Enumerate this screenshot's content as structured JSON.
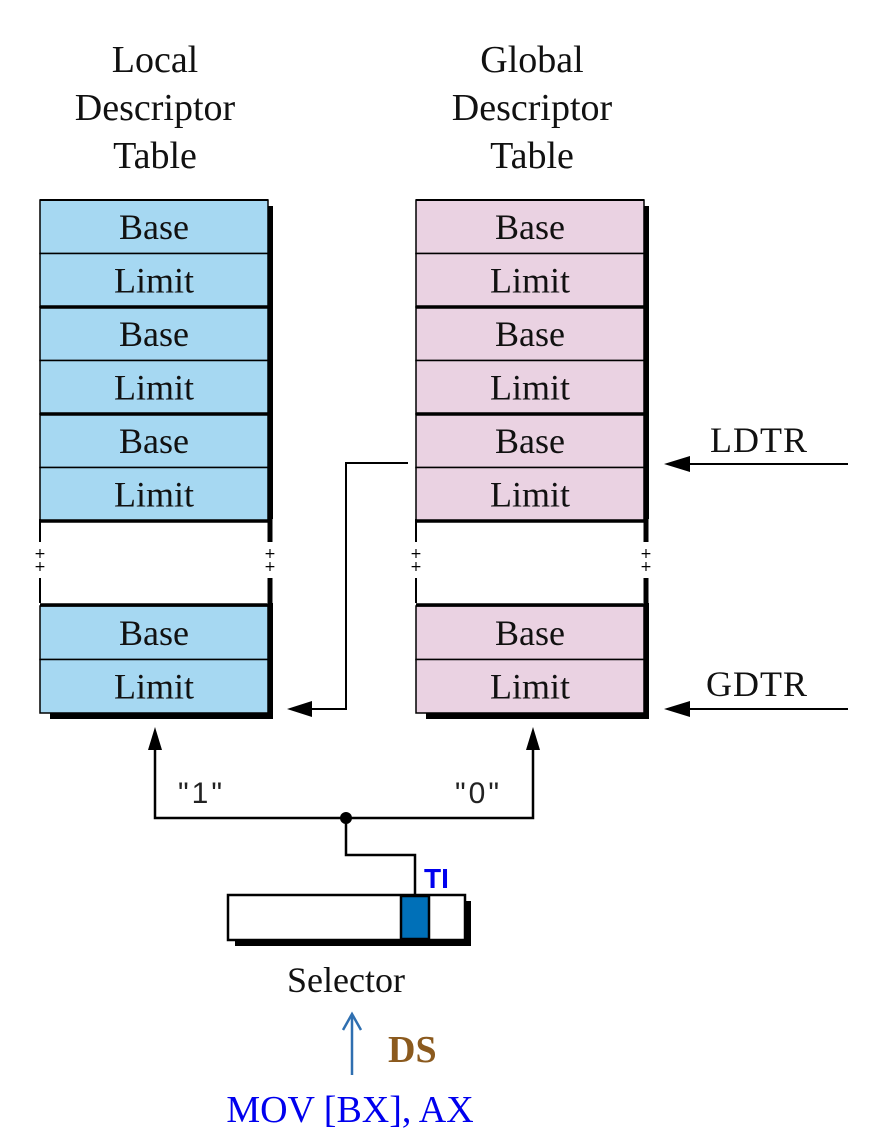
{
  "ldt": {
    "title_lines": [
      "Local",
      "Descriptor",
      "Table"
    ],
    "color": "#a6d8f2",
    "top_rows": [
      "Base",
      "Limit",
      "Base",
      "Limit",
      "Base",
      "Limit"
    ],
    "bottom_rows": [
      "Base",
      "Limit"
    ]
  },
  "gdt": {
    "title_lines": [
      "Global",
      "Descriptor",
      "Table"
    ],
    "color": "#ead2e2",
    "top_rows": [
      "Base",
      "Limit",
      "Base",
      "Limit",
      "Base",
      "Limit"
    ],
    "bottom_rows": [
      "Base",
      "Limit"
    ]
  },
  "registers": {
    "ldtr": "LDTR",
    "gdtr": "GDTR"
  },
  "branch_labels": {
    "one": "\"1\"",
    "zero": "\"0\""
  },
  "selector": {
    "label": "Selector",
    "ti_label": "TI",
    "ti_color": "#0070b8",
    "ti_label_color": "#0000ee"
  },
  "source": {
    "register": "DS",
    "register_color": "#8b5a1e",
    "instruction": "MOV [BX], AX",
    "instruction_color": "#0000ee",
    "arrow_color": "#2f6fb0"
  }
}
